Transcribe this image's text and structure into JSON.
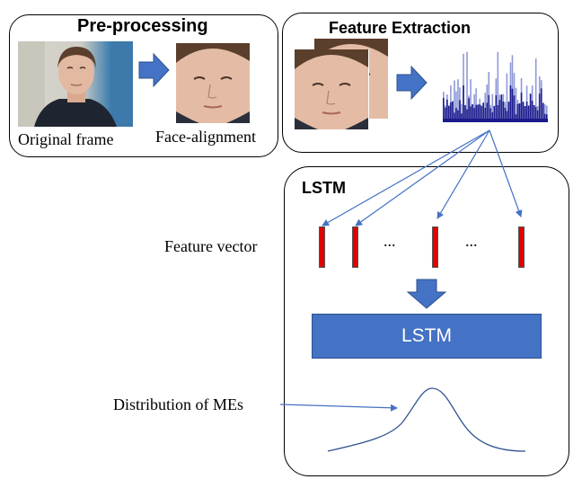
{
  "preprocessing": {
    "title": "Pre-processing",
    "original_label": "Original frame",
    "aligned_label": "Face-alignment"
  },
  "feature_extraction": {
    "title": "Feature Extraction"
  },
  "lstm_panel": {
    "title": "LSTM",
    "feature_vector_label": "Feature vector",
    "ellipsis_1": "...",
    "ellipsis_2": "...",
    "lstm_block_label": "LSTM",
    "distribution_label": "Distribution of MEs"
  },
  "colors": {
    "arrow_blue": "#4472c4",
    "feature_bar_red": "#e00000",
    "histogram_navy": "#1a1a8c"
  }
}
